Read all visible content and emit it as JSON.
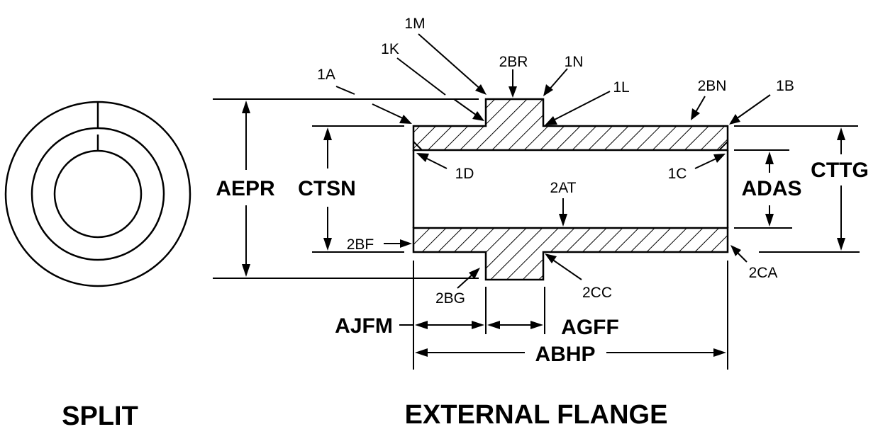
{
  "titles": {
    "left": "SPLIT",
    "right": "EXTERNAL FLANGE"
  },
  "dimensions": {
    "aepr": "AEPR",
    "ctsn": "CTSN",
    "adas": "ADAS",
    "cttg": "CTTG",
    "ajfm": "AJFM",
    "agff": "AGFF",
    "abhp": "ABHP"
  },
  "callouts": {
    "c1m": "1M",
    "c1k": "1K",
    "c2br": "2BR",
    "c1n": "1N",
    "c1a": "1A",
    "c1l": "1L",
    "c2bn": "2BN",
    "c1b": "1B",
    "c1d": "1D",
    "c1c": "1C",
    "c2at": "2AT",
    "c2bf": "2BF",
    "c2ca": "2CA",
    "c2bg": "2BG",
    "c2cc": "2CC"
  }
}
